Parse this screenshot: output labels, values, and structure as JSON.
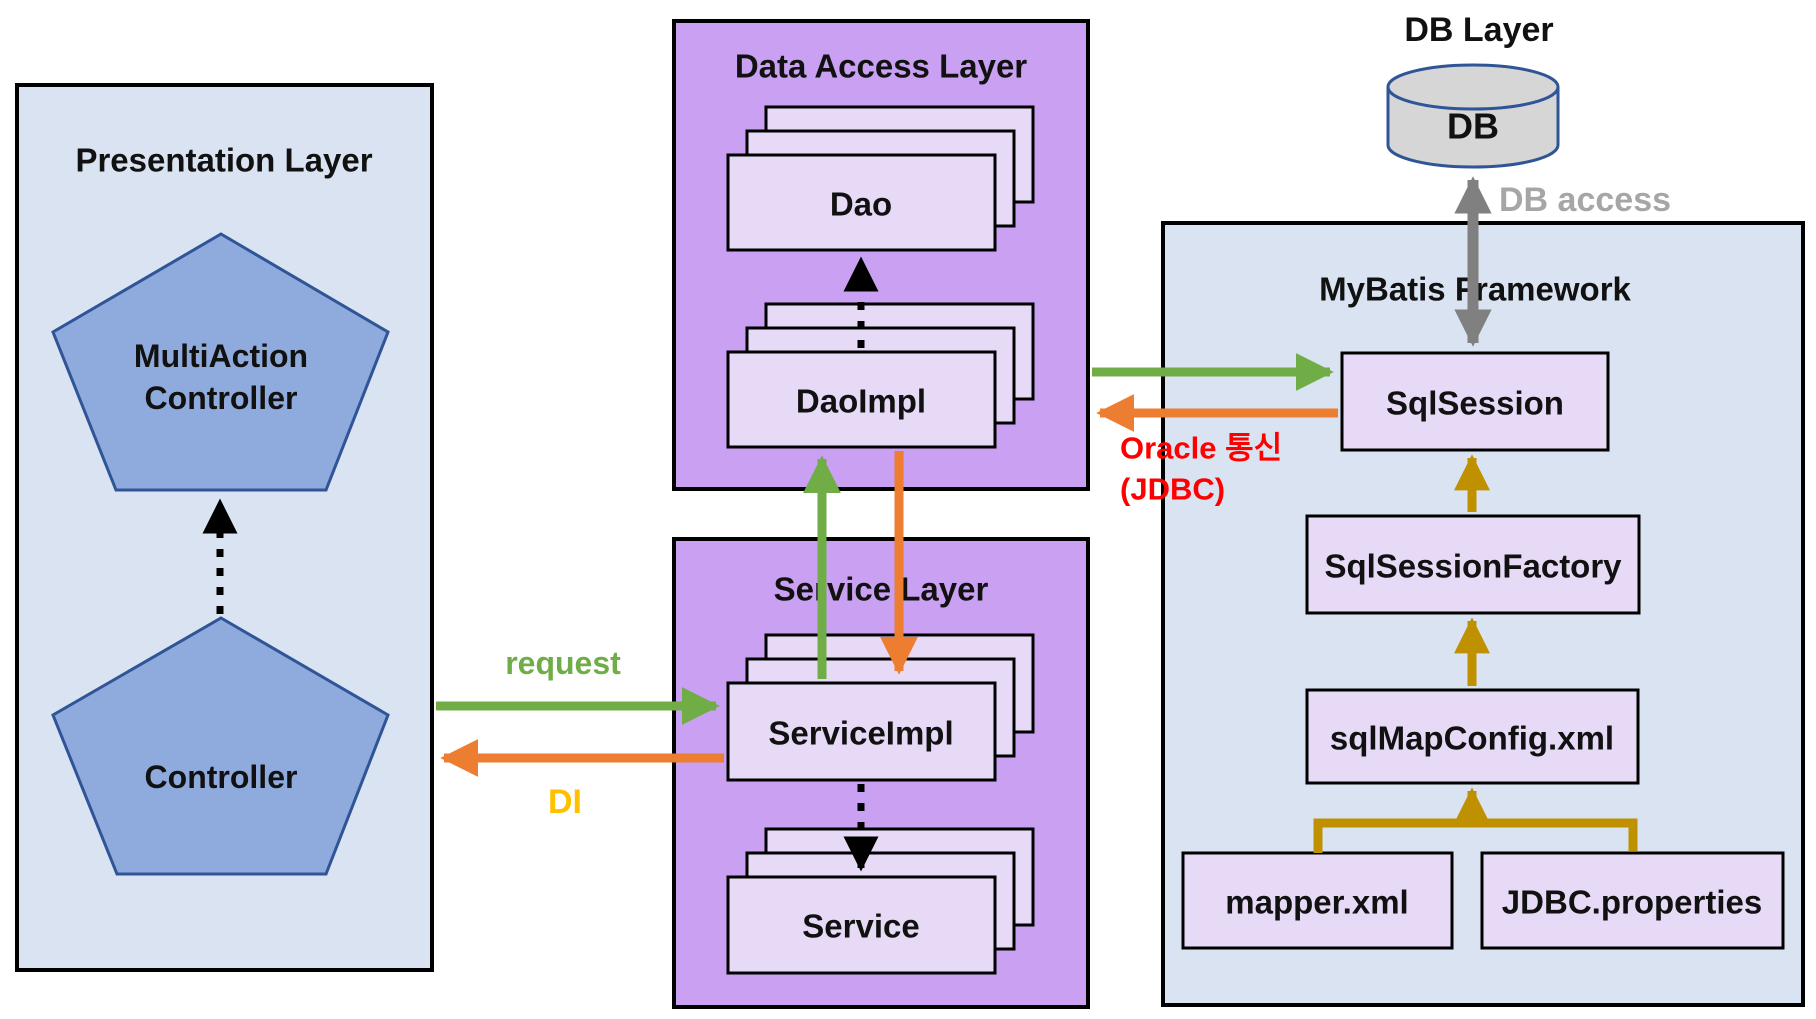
{
  "presentation": {
    "title": "Presentation Layer",
    "pentagon_top_line1": "MultiAction",
    "pentagon_top_line2": "Controller",
    "pentagon_bottom": "Controller"
  },
  "data_access": {
    "title": "Data Access Layer",
    "dao": "Dao",
    "dao_impl": "DaoImpl"
  },
  "service": {
    "title": "Service Layer",
    "service_impl": "ServiceImpl",
    "service": "Service"
  },
  "mybatis": {
    "title": "MyBatis Framework",
    "sql_session": "SqlSession",
    "sql_session_factory": "SqlSessionFactory",
    "sql_map_config": "sqlMapConfig.xml",
    "mapper": "mapper.xml",
    "jdbc_properties": "JDBC.properties"
  },
  "db": {
    "title": "DB Layer",
    "label": "DB",
    "access_label": "DB access"
  },
  "arrows": {
    "request_label": "request",
    "di_label": "DI",
    "oracle_line1": "Oracle 통신",
    "oracle_line2": "(JDBC)"
  },
  "colors": {
    "layer_blue_fill": "#dae3f1",
    "layer_purple_fill": "#c9a0f2",
    "inner_lavender_fill": "#e7daf7",
    "pentagon_fill": "#8faadc",
    "pentagon_stroke": "#2f5597",
    "cylinder_fill": "#d6d6d6",
    "cylinder_stroke": "#2f5597",
    "green_arrow": "#70ad47",
    "orange_arrow": "#ed7d31",
    "gold_arrow": "#bf9000",
    "di_gold_text": "#ffc000",
    "red_text": "#ff0000",
    "gray_arrow": "#808080",
    "gray_text": "#a6a6a6",
    "border_black": "#000000"
  }
}
